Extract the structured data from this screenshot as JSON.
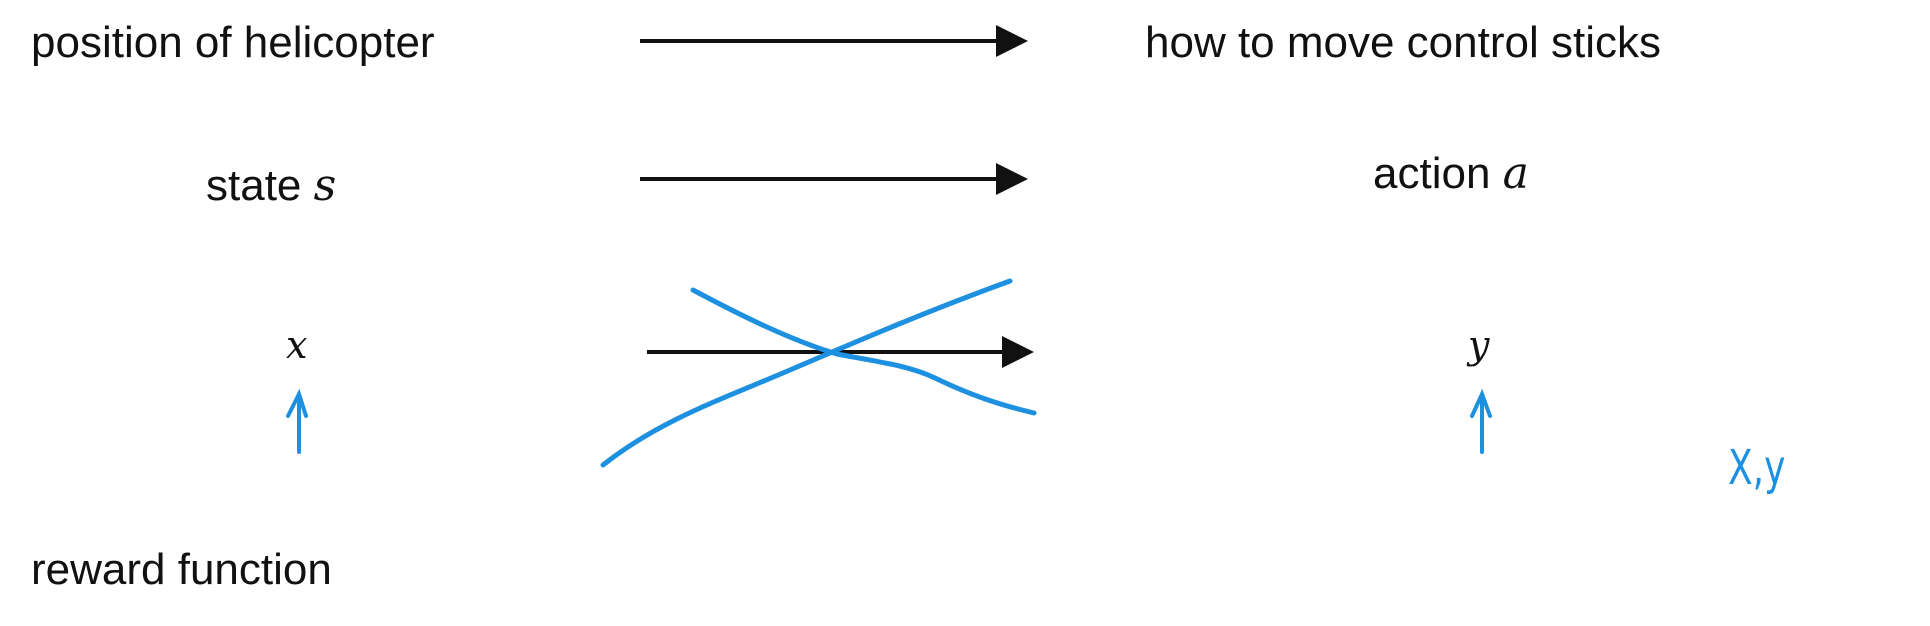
{
  "rows": [
    {
      "left": "position of helicopter",
      "right": "how to move control sticks"
    },
    {
      "left_word": "state",
      "left_var": "s",
      "right_word": "action",
      "right_var": "a"
    },
    {
      "left_var": "x",
      "right_var": "y"
    }
  ],
  "bottom_label": "reward function",
  "handwritten_note": "X,y",
  "colors": {
    "ink": "#111111",
    "annotation": "#1e90e0"
  }
}
